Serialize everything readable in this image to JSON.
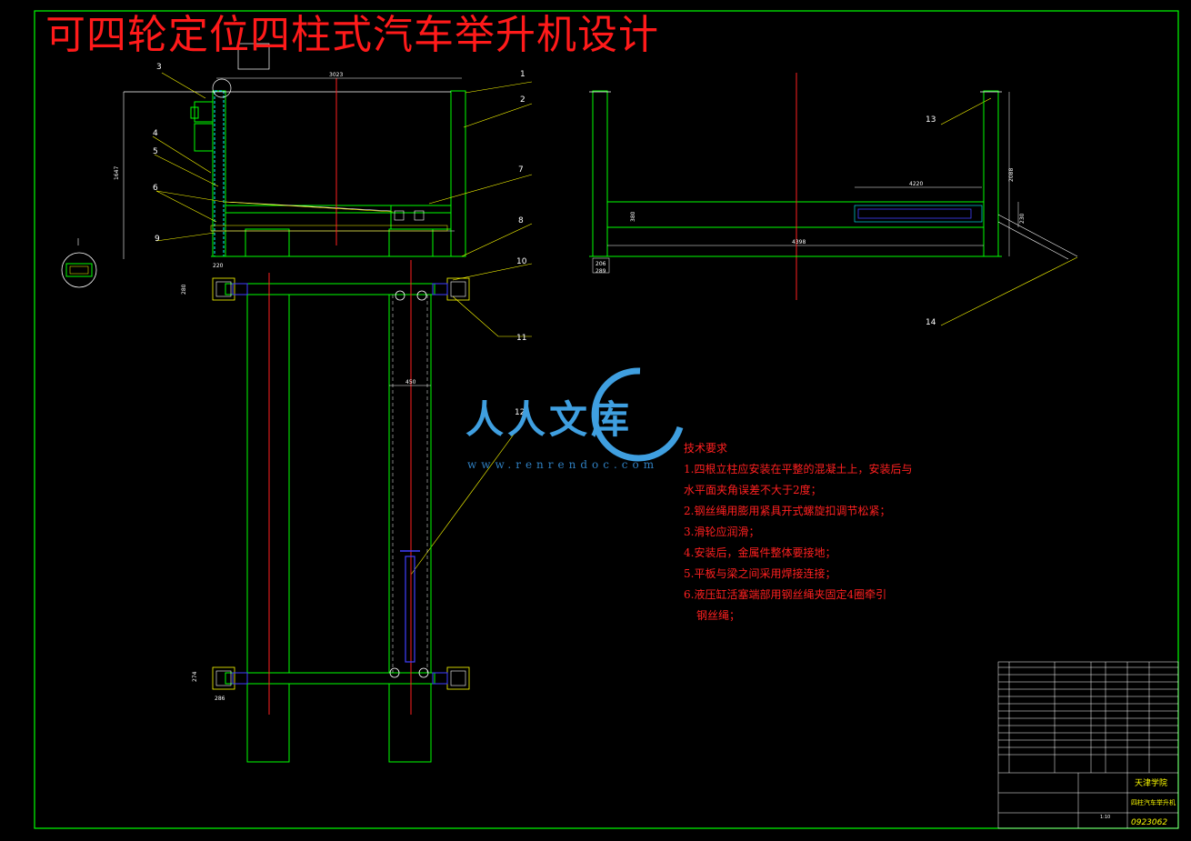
{
  "drawing": {
    "title": "可四轮定位四柱式汽车举升机设计",
    "part_numbers": [
      "1",
      "2",
      "3",
      "4",
      "5",
      "6",
      "7",
      "8",
      "9",
      "10",
      "11",
      "12",
      "13",
      "14"
    ],
    "dimensions": {
      "overall_width_front": "3023",
      "overall_height": "1647",
      "post_width_a": "220",
      "post_width_b": "280",
      "side_length": "4398",
      "side_height": "2088",
      "platform_height": "380",
      "platform_thk": "230",
      "beam_length": "4220",
      "base_a": "206",
      "base_b": "289",
      "gap": "450",
      "corner_w": "274",
      "corner_h": "286"
    },
    "technical_notes": {
      "heading": "技术要求",
      "lines": [
        "1.四根立柱应安装在平整的混凝土上，安装后与",
        "水平面夹角误差不大于2度；",
        "2.钢丝绳用膨用紧具开式螺旋扣调节松紧；",
        "3.滑轮应润滑；",
        "4.安装后，金属件整体要接地；",
        "5.平板与梁之间采用焊接连接；",
        "6.液压缸活塞端部用钢丝绳夹固定4圈牵引",
        "钢丝绳；"
      ]
    },
    "title_block": {
      "school": "天津学院",
      "drawing_name": "四柱汽车举升机",
      "drawing_no": "0923062",
      "scale": "1:10"
    },
    "watermark": {
      "text": "人人文库",
      "url": "www.renrendoc.com"
    }
  },
  "colors": {
    "frame": "#00ff00",
    "steel": "#ffffff",
    "leader": "#ffff00",
    "centerline": "#ff2020",
    "hydraulic": "#4040ff",
    "hatch": "#00ffff",
    "title": "#ff1a1a"
  }
}
